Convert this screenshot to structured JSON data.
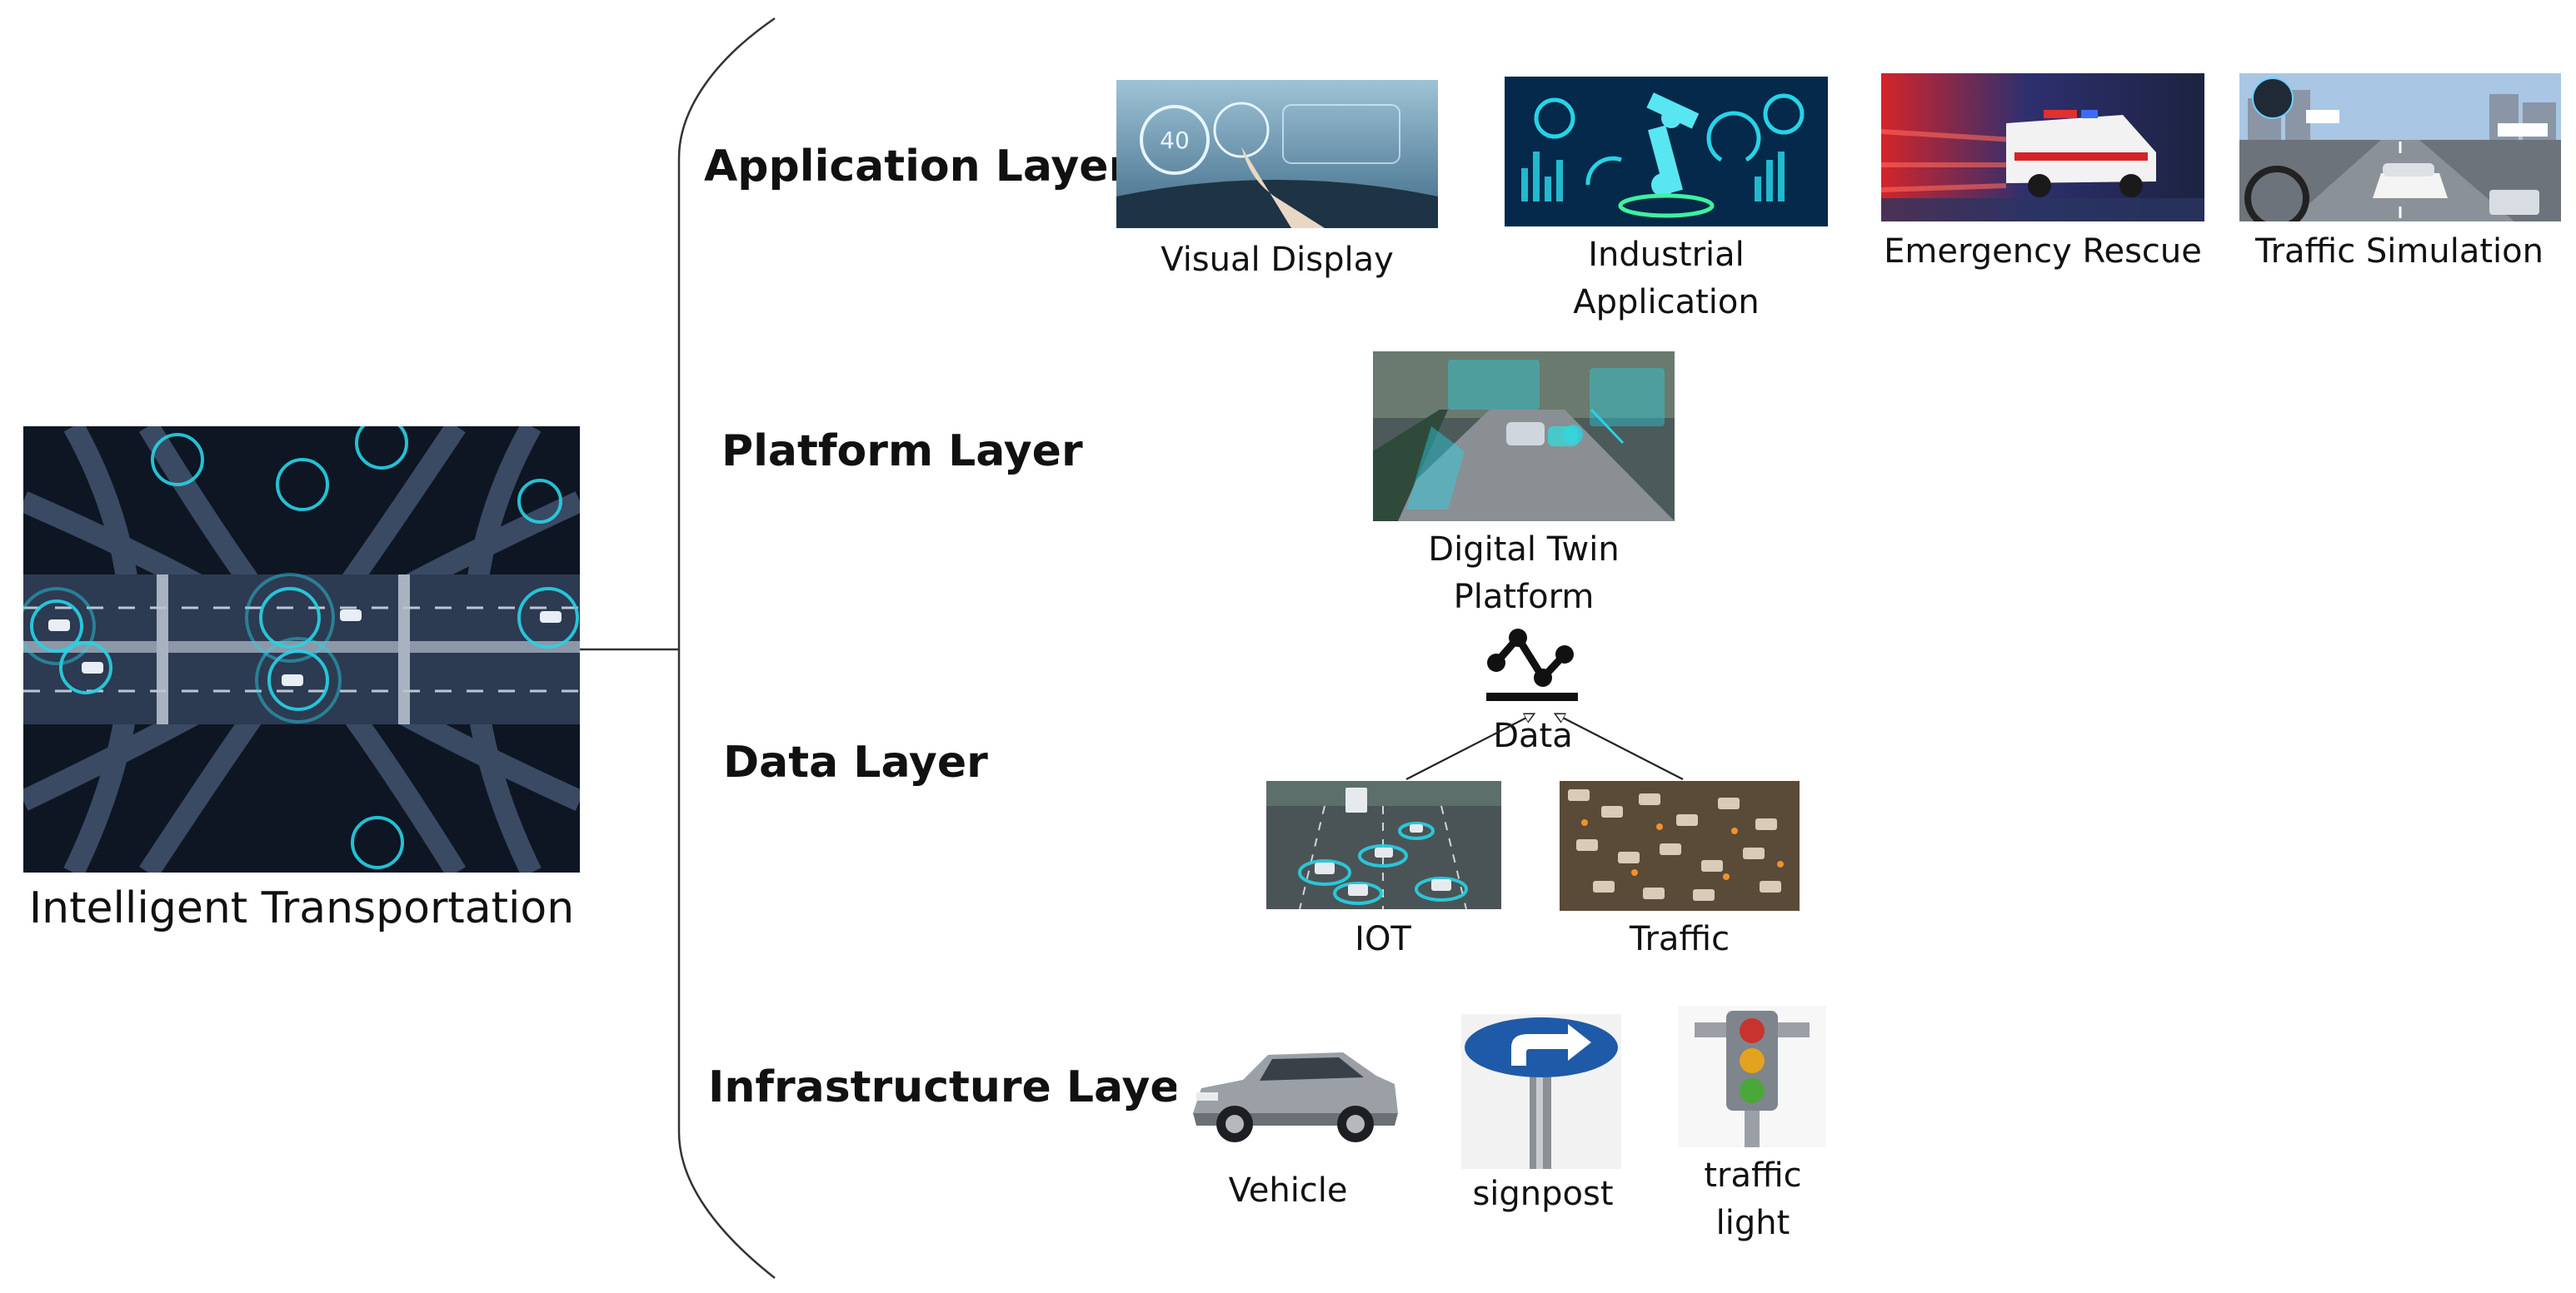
{
  "main": {
    "title": "Intelligent Transportation"
  },
  "layers": {
    "application": "Application Layer",
    "platform": "Platform Layer",
    "data": "Data Layer",
    "infrastructure": "Infrastructure Layer"
  },
  "application_items": [
    {
      "label_line1": "Visual Display",
      "icon": "dashboard-display-image"
    },
    {
      "label_line1": "Industrial",
      "label_line2": "Application",
      "icon": "robot-arm-image"
    },
    {
      "label_line1": "Emergency Rescue",
      "icon": "ambulance-image"
    },
    {
      "label_line1": "Traffic Simulation",
      "icon": "driving-simulator-image"
    }
  ],
  "platform_item": {
    "label_line1": "Digital Twin",
    "label_line2": "Platform",
    "icon": "digital-twin-road-image"
  },
  "data_node": {
    "label": "Data",
    "icon": "data-graph-icon"
  },
  "data_items": [
    {
      "label": "IOT",
      "icon": "connected-cars-image"
    },
    {
      "label": "Traffic",
      "icon": "traffic-jam-image"
    }
  ],
  "infrastructure_items": [
    {
      "label_line1": "Vehicle",
      "icon": "suv-image"
    },
    {
      "label_line1": "signpost",
      "icon": "right-turn-sign-image"
    },
    {
      "label_line1": "traffic",
      "label_line2": "light",
      "icon": "traffic-light-image"
    }
  ],
  "colors": {
    "accent_cyan": "#27d3e6",
    "road_dark": "#1b2433",
    "line": "#333333"
  }
}
